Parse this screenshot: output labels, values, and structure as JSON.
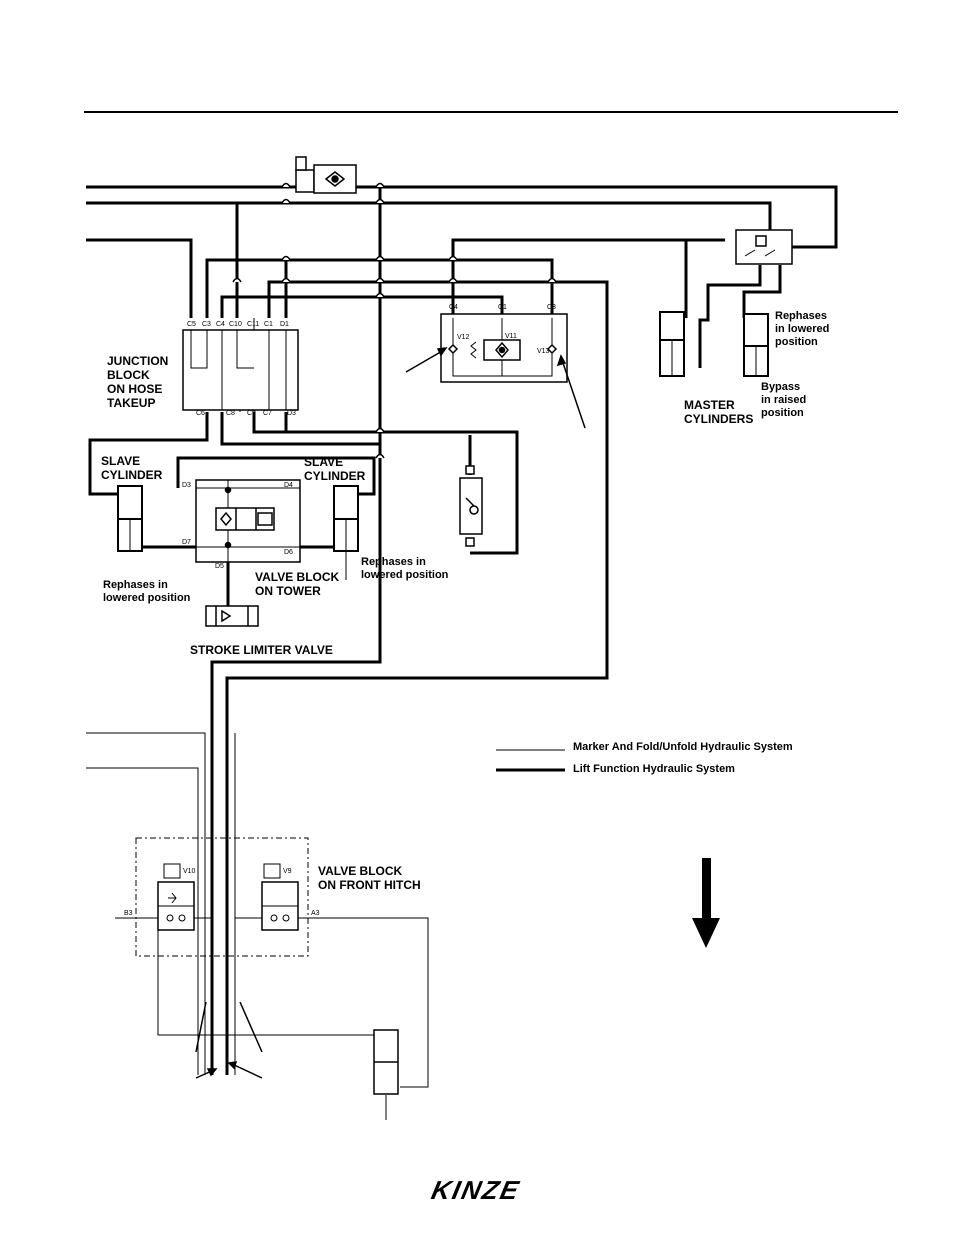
{
  "labels": {
    "junction_block": "JUNCTION\nBLOCK\nON HOSE\nTAKEUP",
    "slave_cylinder_left": "SLAVE\nCYLINDER",
    "slave_cylinder_right": "SLAVE\nCYLINDER",
    "valve_block_tower": "VALVE BLOCK\nON TOWER",
    "stroke_limiter": "STROKE LIMITER VALVE",
    "rephases_left": "Rephases in\nlowered position",
    "rephases_right": "Rephases in\nlowered position",
    "master_cylinders": "MASTER\nCYLINDERS",
    "master_rephases": "Rephases\nin lowered\nposition",
    "master_bypass": "Bypass\nin raised\nposition",
    "valve_block_front_hitch": "VALVE BLOCK\nON FRONT HITCH"
  },
  "ports": {
    "junction_top": [
      "C5",
      "C3",
      "C4",
      "C10",
      "C11",
      "C1",
      "D1"
    ],
    "junction_bottom": [
      "C6",
      "C8",
      "C9",
      "C7",
      "D3"
    ],
    "tower_valve": [
      "D3",
      "D4",
      "D7",
      "D6",
      "D5"
    ],
    "tower_right": [
      "C4",
      "C1",
      "C3"
    ],
    "tower_valves": [
      "V12",
      "V11",
      "V13"
    ],
    "hitch": [
      "B3",
      "A3",
      "V10",
      "V9"
    ]
  },
  "legend": [
    {
      "text": "Marker And Fold/Unfold Hydraulic System",
      "style": "thin"
    },
    {
      "text": "Lift Function Hydraulic System",
      "style": "thick"
    }
  ],
  "brand": "KINZE"
}
